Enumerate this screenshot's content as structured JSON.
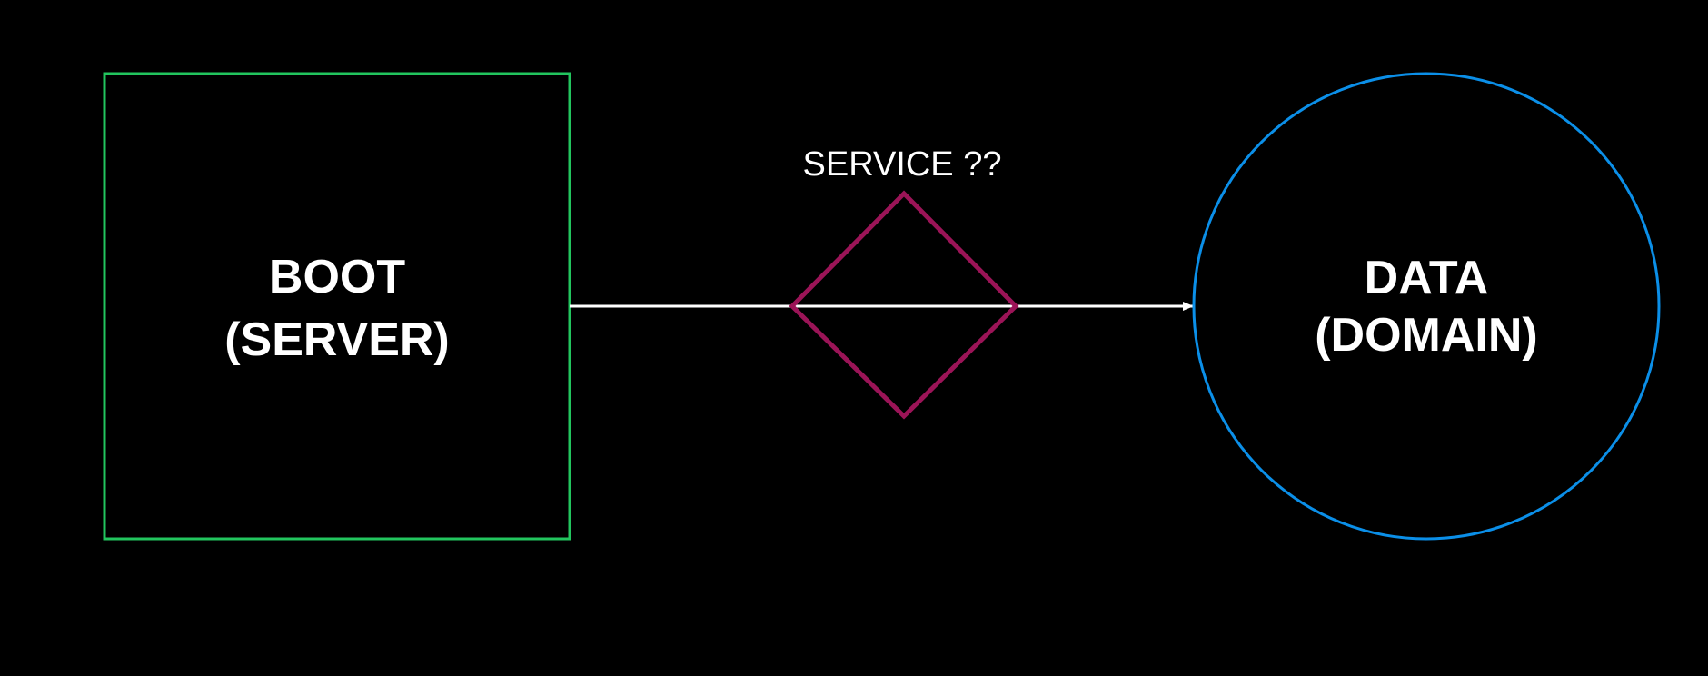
{
  "diagram": {
    "background": "#000000",
    "boot_node": {
      "line1": "BOOT",
      "line2": "(SERVER)",
      "stroke": "#22c55e"
    },
    "data_node": {
      "line1": "DATA",
      "line2": "(DOMAIN)",
      "stroke": "#0b8fe8"
    },
    "service_node": {
      "label": "SERVICE ??",
      "stroke": "#9b1457"
    },
    "arrow": {
      "stroke": "#ffffff",
      "from": "boot_node",
      "to": "data_node"
    }
  }
}
